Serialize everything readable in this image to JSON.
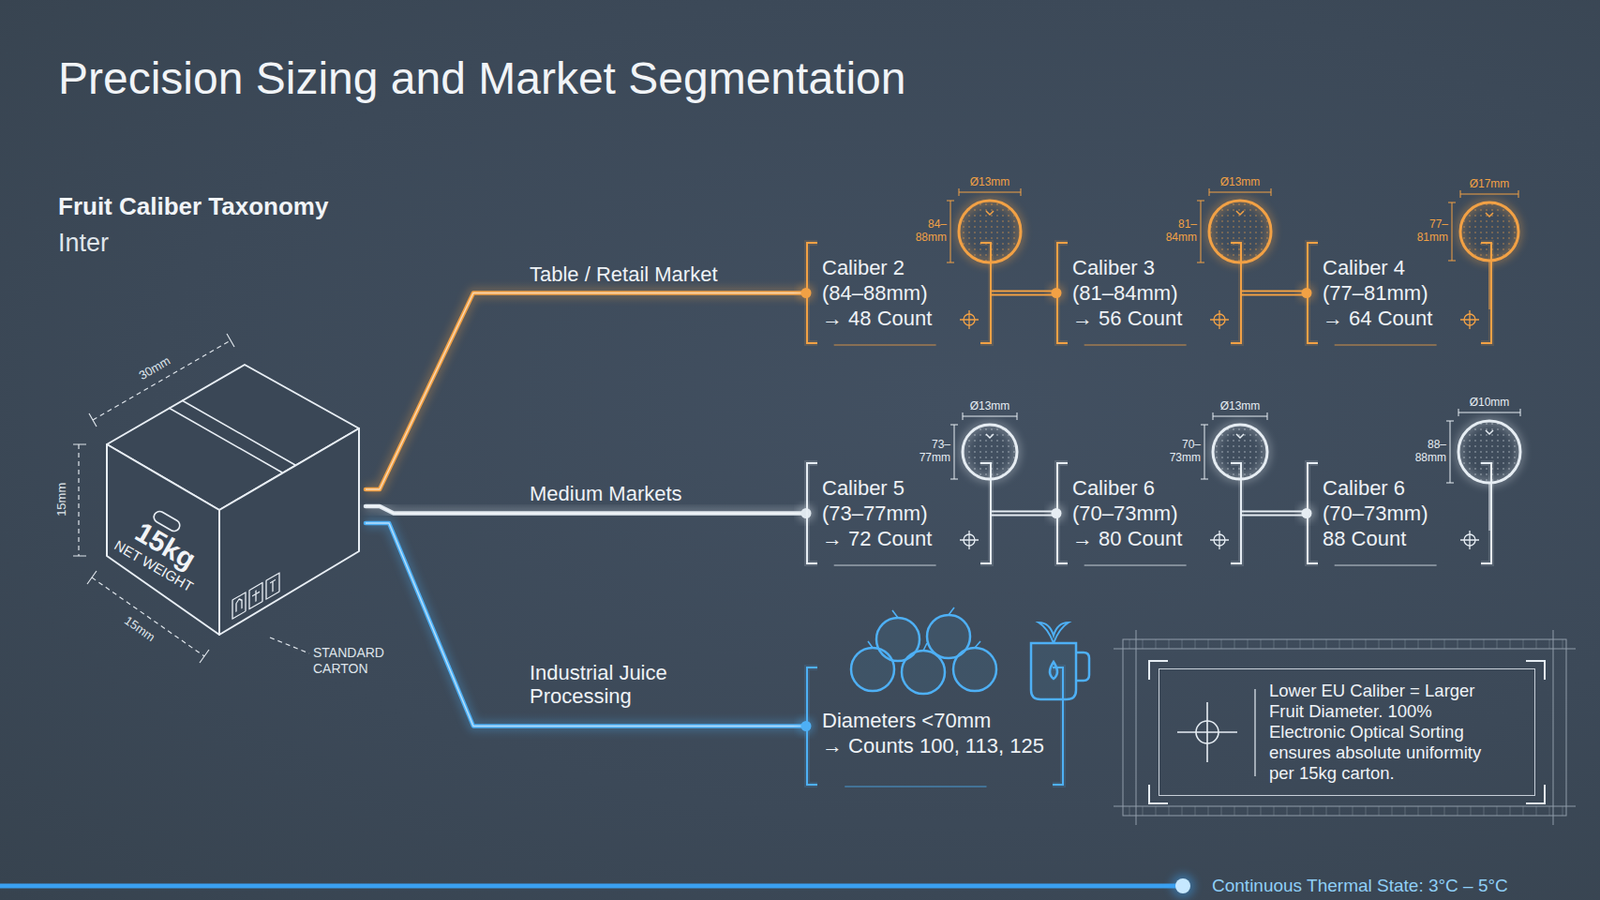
{
  "diagram": {
    "title": "Precision Sizing and Market Segmentation",
    "nodes": [
      {
        "text": [
          "15kg",
          "NET WEIGHT"
        ]
      },
      {
        "text": [
          "Caliber 2 (84–88mm)",
          "→ 48 Count"
        ]
      },
      {
        "text": [
          "Caliber 3 (81–84mm)",
          "→ 56 Count"
        ]
      },
      {
        "text": [
          "Caliber 4 (77–81mm)",
          "→ 64 Count"
        ]
      },
      {
        "text": [
          "Caliber 5 (73–77mm)",
          "→ 72 Count"
        ]
      },
      {
        "text": [
          "Caliber 6 (70–73mm)",
          "→ 80 Count"
        ]
      },
      {
        "text": [
          "Caliber 6 (70–73mm)",
          "88 Count"
        ]
      },
      {
        "text": [
          "Diameters <70mm",
          "→ Counts 100, 113, 125"
        ]
      },
      {
        "text": [
          "Lower EU Caliber = Larger Fruit Diameter. 100% Electronic Optical Sorting ensures absolute uniformity per 15kg carton."
        ]
      }
    ],
    "edges": [
      {
        "from": 0,
        "to": 1,
        "arrow": "none",
        "label": "Table / Retail Market"
      },
      {
        "from": 0,
        "to": 4,
        "arrow": "none",
        "label": "Medium Markets"
      },
      {
        "from": 0,
        "to": 7,
        "arrow": "none",
        "label": "Industrial Juice Processing"
      },
      {
        "from": 1,
        "to": 2,
        "arrow": "none"
      },
      {
        "from": 2,
        "to": 3,
        "arrow": "none"
      },
      {
        "from": 4,
        "to": 5,
        "arrow": "none"
      },
      {
        "from": 5,
        "to": 6,
        "arrow": "none"
      }
    ],
    "labels": [
      "Fruit Caliber Taxonomy",
      "Inter",
      "30mm",
      "15mm",
      "15mm",
      "STANDARD CARTON",
      "Ø13mm",
      "84–88mm",
      "Ø13mm",
      "81–84mm",
      "Ø17mm",
      "77–81mm",
      "Ø13mm",
      "73–77mm",
      "Ø13mm",
      "70–73mm",
      "Ø10mm",
      "88–88mm",
      "Continuous Thermal State: 3°C – 5°C"
    ]
  }
}
